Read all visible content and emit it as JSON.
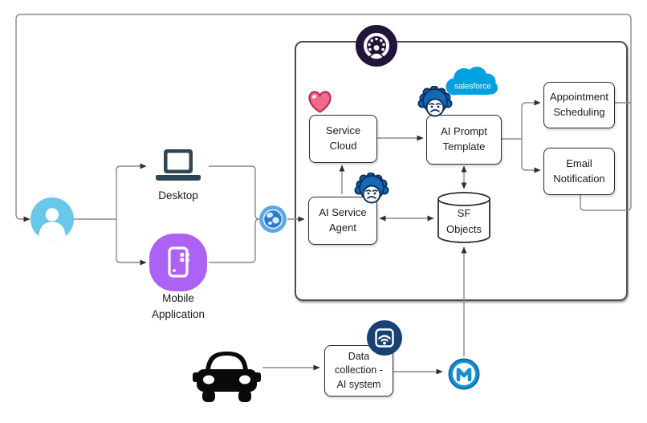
{
  "diagram": {
    "labels": {
      "desktop": "Desktop",
      "mobile_line1": "Mobile",
      "mobile_line2": "Application",
      "service_cloud_line1": "Service",
      "service_cloud_line2": "Cloud",
      "ai_prompt_line1": "AI Prompt",
      "ai_prompt_line2": "Template",
      "appointment_line1": "Appointment",
      "appointment_line2": "Scheduling",
      "email_line1": "Email",
      "email_line2": "Notification",
      "ai_agent_line1": "AI Service",
      "ai_agent_line2": "Agent",
      "sf_objects_line1": "SF",
      "sf_objects_line2": "Objects",
      "data_collection_line1": "Data",
      "data_collection_line2": "collection -",
      "data_collection_line3": "AI system"
    },
    "logos": {
      "salesforce_text": "salesforce"
    },
    "icons": {
      "agentforce": "agentforce-badge-icon",
      "salesforce": "salesforce-cloud-logo",
      "einstein": "einstein-mascot-icon",
      "heart": "heart-icon",
      "user": "user-icon",
      "laptop": "laptop-icon",
      "mobile": "mobile-app-icon",
      "globe": "globe-icon",
      "car": "car-icon",
      "iot": "iot-wifi-icon",
      "mulesoft": "mulesoft-logo",
      "database": "database-cylinder"
    },
    "colors": {
      "user_circle": "#69C7E9",
      "mobile_tile": "#AC63F5",
      "laptop": "#2E4756",
      "globe_outer": "#5FA7DE",
      "globe_inner": "#2E7CC7",
      "salesforce_blue": "#00A1E0",
      "agentforce_navy": "#211539",
      "iot_navy": "#174273",
      "mulesoft_blue": "#1590D2",
      "heart_pink": "#F06A8E",
      "heart_outline": "#BE2A53",
      "einstein_blue": "#1567B8",
      "car_black": "#0A0A0A",
      "connector_gray": "#8A8A8A",
      "box_border": "#2B2B2B"
    }
  }
}
